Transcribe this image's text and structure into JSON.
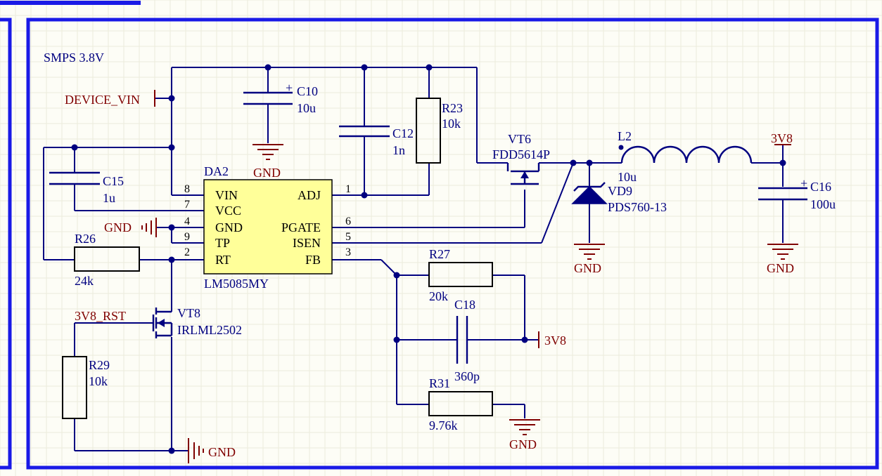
{
  "sheet_title": "SMPS 3.8V",
  "colors": {
    "wire": "#000080",
    "net": "#800000",
    "ic_fill": "#ffff99",
    "border": "#1a1ae6"
  },
  "ic": {
    "designator": "DA2",
    "part": "LM5085MY",
    "pins": [
      {
        "num": "8",
        "name": "VIN"
      },
      {
        "num": "7",
        "name": "VCC"
      },
      {
        "num": "4",
        "name": "GND"
      },
      {
        "num": "9",
        "name": "TP"
      },
      {
        "num": "2",
        "name": "RT"
      },
      {
        "num": "1",
        "name": "ADJ"
      },
      {
        "num": "6",
        "name": "PGATE"
      },
      {
        "num": "5",
        "name": "ISEN"
      },
      {
        "num": "3",
        "name": "FB"
      }
    ]
  },
  "components": {
    "c10": {
      "ref": "C10",
      "value": "10u"
    },
    "c12": {
      "ref": "C12",
      "value": "1n"
    },
    "r23": {
      "ref": "R23",
      "value": "10k"
    },
    "c15": {
      "ref": "C15",
      "value": "1u"
    },
    "r26": {
      "ref": "R26",
      "value": "24k"
    },
    "vt6": {
      "ref": "VT6",
      "value": "FDD5614P"
    },
    "l2": {
      "ref": "L2",
      "value": "10u"
    },
    "vd9": {
      "ref": "VD9",
      "value": "PDS760-13"
    },
    "c16": {
      "ref": "C16",
      "value": "100u"
    },
    "r27": {
      "ref": "R27",
      "value": "20k"
    },
    "c18": {
      "ref": "C18",
      "value": "360p"
    },
    "r31": {
      "ref": "R31",
      "value": "9.76k"
    },
    "vt8": {
      "ref": "VT8",
      "value": "IRLML2502"
    },
    "r29": {
      "ref": "R29",
      "value": "10k"
    }
  },
  "nets": {
    "device_vin": "DEVICE_VIN",
    "gnd": "GND",
    "v3v8": "3V8",
    "v3v8_rst": "3V8_RST"
  },
  "capacitor_polarity_mark": "+"
}
